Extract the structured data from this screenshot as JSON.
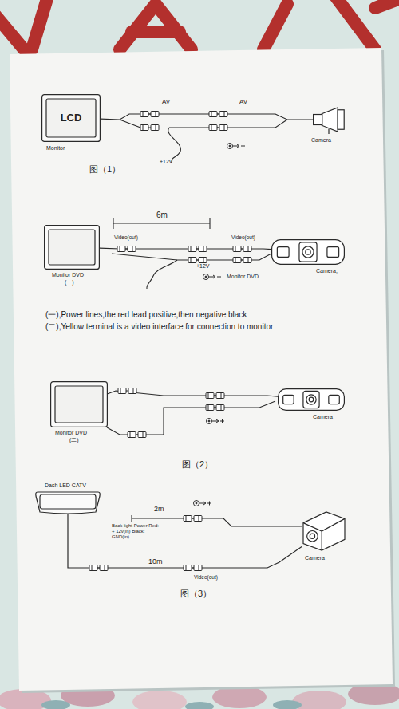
{
  "diagram": {
    "nodes": [
      {
        "text": [
          "LCD",
          "Monitor"
        ]
      },
      {
        "text": [
          "Camera"
        ]
      },
      {
        "text": [
          "Monitor DVD",
          "(一)"
        ]
      },
      {
        "text": [
          "Camera,"
        ]
      },
      {
        "text": [
          "Monitor DVD",
          "(二)"
        ]
      },
      {
        "text": [
          "Camera"
        ]
      },
      {
        "text": [
          "Dash LED CATV"
        ]
      },
      {
        "text": [
          "Camera"
        ]
      }
    ],
    "edges": [
      {
        "from": 0,
        "to": 1,
        "arrow": "none"
      },
      {
        "from": 2,
        "to": 3,
        "arrow": "none"
      },
      {
        "from": 4,
        "to": 5,
        "arrow": "none"
      },
      {
        "from": 6,
        "to": 7,
        "arrow": "none"
      }
    ],
    "labels": [
      "AV",
      "AV",
      "+12V",
      "图（1）",
      "6m",
      "Video(out)",
      "Video(out)",
      "+12V",
      "Monitor DVD",
      "(一),Power lines,the red lead positive,then negative black",
      "(二),Yellow terminal is a video interface for connection to monitor",
      "图（2）",
      "2m",
      "Back light Power Red: + 12v(in) Black: GND(in)",
      "10m",
      "Video(out)",
      "图（3）"
    ]
  }
}
